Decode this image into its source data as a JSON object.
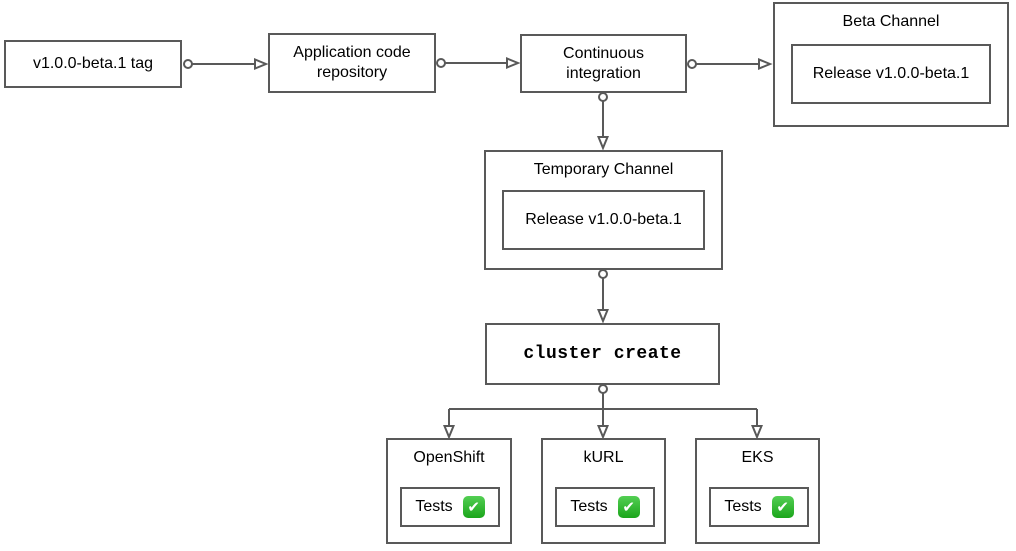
{
  "colors": {
    "stroke": "#595959",
    "text": "#000000",
    "background": "#ffffff",
    "check_green_light": "#53cf53",
    "check_green_dark": "#1ba51b"
  },
  "icons": {
    "check_glyph": "✔"
  },
  "nodes": {
    "tag": {
      "label": "v1.0.0-beta.1 tag"
    },
    "app_repo": {
      "label": "Application code repository"
    },
    "ci": {
      "label": "Continuous integration"
    },
    "beta_channel": {
      "title": "Beta Channel",
      "release_label": "Release v1.0.0-beta.1"
    },
    "temp_channel": {
      "title": "Temporary Channel",
      "release_label": "Release v1.0.0-beta.1"
    },
    "cluster_create": {
      "label": "cluster create"
    },
    "openshift": {
      "title": "OpenShift",
      "tests_label": "Tests",
      "tests_passed": true
    },
    "kurl": {
      "title": "kURL",
      "tests_label": "Tests",
      "tests_passed": true
    },
    "eks": {
      "title": "EKS",
      "tests_label": "Tests",
      "tests_passed": true
    }
  },
  "edges": [
    {
      "from": "v1.0.0-beta.1 tag",
      "to": "Application code repository"
    },
    {
      "from": "Application code repository",
      "to": "Continuous integration"
    },
    {
      "from": "Continuous integration",
      "to": "Beta Channel"
    },
    {
      "from": "Continuous integration",
      "to": "Temporary Channel"
    },
    {
      "from": "Temporary Channel",
      "to": "cluster create"
    },
    {
      "from": "cluster create",
      "to": "OpenShift"
    },
    {
      "from": "cluster create",
      "to": "kURL"
    },
    {
      "from": "cluster create",
      "to": "EKS"
    }
  ]
}
